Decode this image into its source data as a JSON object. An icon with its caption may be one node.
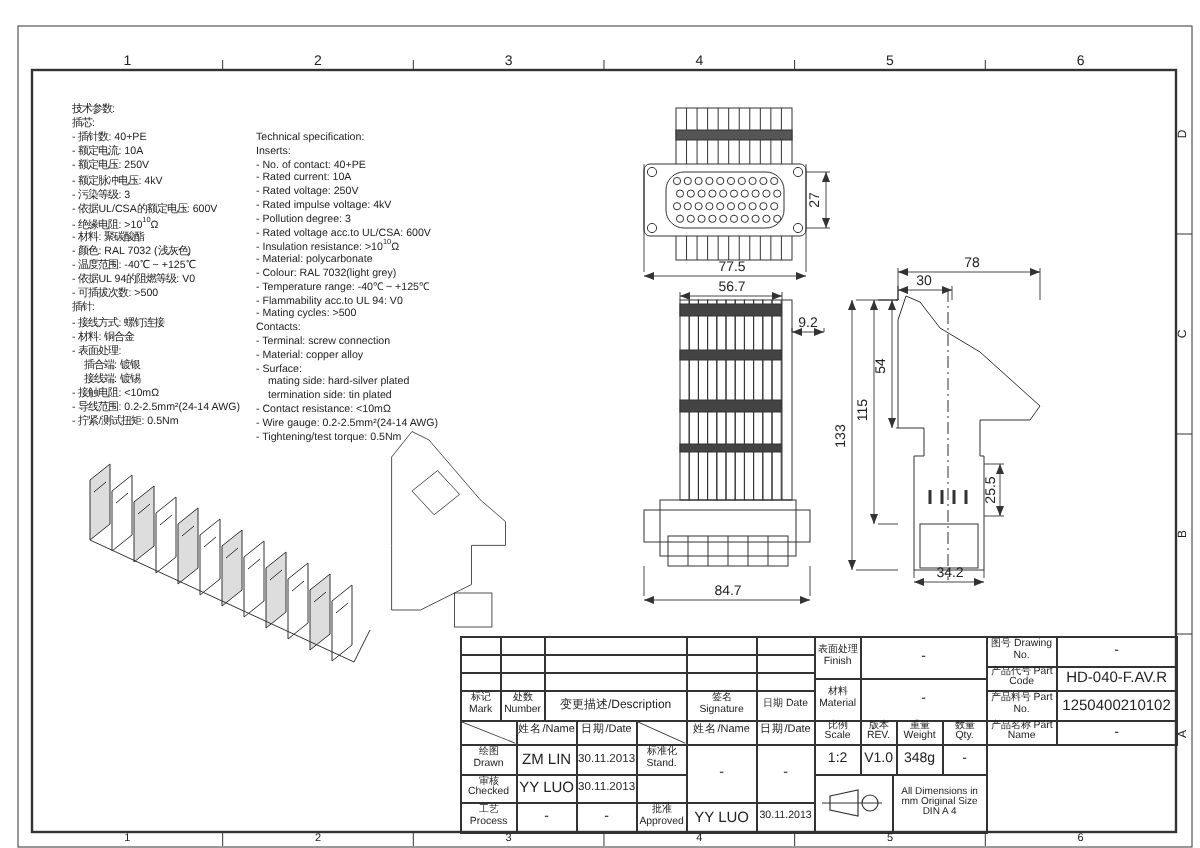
{
  "diagram": {
    "labels": [
      "技术参数:",
      "插芯:",
      "- 插针数: 40+PE",
      "- 额定电流: 10A",
      "- 额定电压: 250V",
      "- 额定脉冲电压: 4kV",
      "- 污染等级: 3",
      "- 依据UL/CSA的额定电压: 600V",
      "- 绝缘电阻: >10$^{10}$Ω",
      "- 材料: 聚碳酸酯",
      "- 颜色: RAL 7032 (浅灰色)",
      "- 温度范围: -40℃ ~ +125℃",
      "- 依据UL 94的阻燃等级: V0",
      "- 可插拔次数: >500",
      "插针:",
      "- 接线方式: 螺钉连接",
      "- 材料: 铜合金",
      "- 表面处理:",
      "插合端: 镀银",
      "接线端: 镀锡",
      "- 接触电阻: <10mΩ",
      "- 导线范围: 0.2-2.5mm²(24-14 AWG)",
      "- 拧紧/测试扭矩: 0.5Nm",
      "Technical specification:",
      "Inserts:",
      "- No. of contact: 40+PE",
      "- Rated current: 10A",
      "- Rated voltage: 250V",
      "- Rated impulse voltage: 4kV",
      "- Pollution degree: 3",
      "- Rated voltage acc.to UL/CSA: 600V",
      "- Insulation resistance: >10$^{10}$Ω",
      "- Material: polycarbonate",
      "- Colour: RAL 7032(light grey)",
      "- Temperature range: -40℃ ~ +125℃",
      "- Flammability acc.to UL 94: V0",
      "- Mating cycles: >500",
      "Contacts:",
      "- Terminal: screw connection",
      "- Material: copper alloy",
      "- Surface:",
      "mating side: hard-silver plated",
      "termination side: tin plated",
      "- Contact resistance: <10mΩ",
      "- Wire gauge: 0.2-2.5mm²(24-14 AWG)",
      "- Tightening/test torque: 0.5Nm",
      "77.5",
      "27",
      "56.7",
      "9.2",
      "84.7",
      "78",
      "30",
      "133",
      "115",
      "54",
      "25.5",
      "34.2",
      "表面处理 Finish",
      "-",
      "图号 Drawing No.",
      "-",
      "产品代号 Part Code",
      "HD-040-F.AV.R",
      "材料 Material",
      "-",
      "标记 Mark",
      "处数 Number",
      "变更描述/Description",
      "签名 Signature",
      "日期 Date",
      "产品料号 Part No.",
      "1250400210102",
      "姓名/Name",
      "日期/Date",
      "姓名/Name",
      "日期/Date",
      "比例 Scale",
      "版本 REV.",
      "重量 Weight",
      "数量 Qty.",
      "产品名称 Part Name",
      "-",
      "绘图 Drawn",
      "ZM LIN",
      "30.11.2013",
      "标准化 Stand.",
      "-",
      "-",
      "1:2",
      "V1.0",
      "348g",
      "-",
      "审核 Checked",
      "YY LUO",
      "30.11.2013",
      "All Dimensions in mm Original Size DIN A 4",
      "工艺 Process",
      "-",
      "-",
      "批准 Approved",
      "YY LUO",
      "30.11.2013",
      "1",
      "2",
      "3",
      "4",
      "5",
      "6",
      "1",
      "2",
      "3",
      "4",
      "5",
      "6",
      "D",
      "C",
      "B",
      "A"
    ]
  }
}
